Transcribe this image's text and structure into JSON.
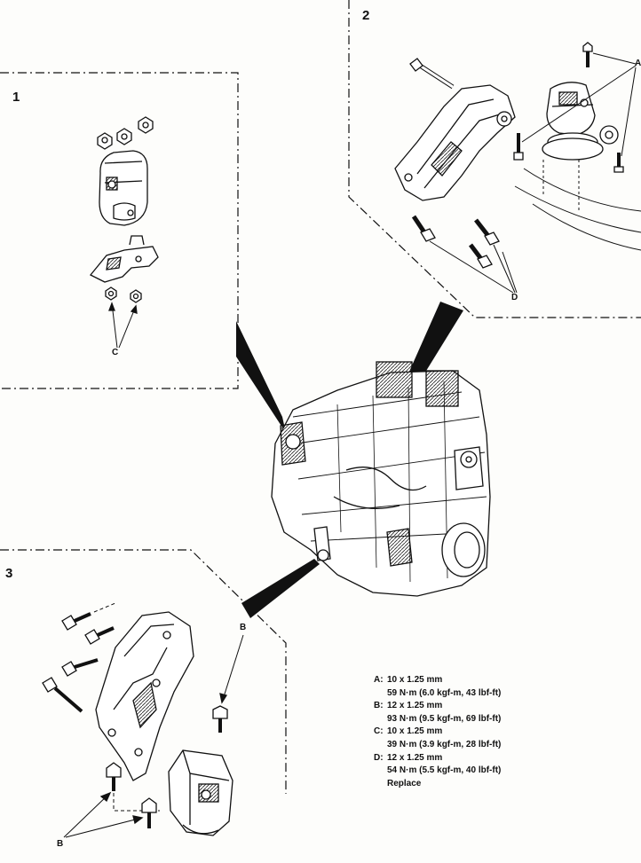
{
  "view_numbers": [
    "1",
    "2",
    "3"
  ],
  "callouts": {
    "A": "A",
    "B": "B",
    "C": "C",
    "D": "D"
  },
  "specs": [
    {
      "tag": "A:",
      "size": "10 x 1.25 mm",
      "torque": "59 N·m (6.0 kgf-m, 43 lbf-ft)"
    },
    {
      "tag": "B:",
      "size": "12 x 1.25 mm",
      "torque": "93 N·m (9.5 kgf-m, 69 lbf-ft)"
    },
    {
      "tag": "C:",
      "size": "10 x 1.25 mm",
      "torque": "39 N·m (3.9 kgf-m, 28 lbf-ft)"
    },
    {
      "tag": "D:",
      "size": "12 x 1.25 mm",
      "torque": "54 N·m (5.5 kgf-m, 40 lbf-ft)",
      "note": "Replace"
    }
  ],
  "colors": {
    "ink": "#111111",
    "paper": "#fdfdfb"
  }
}
